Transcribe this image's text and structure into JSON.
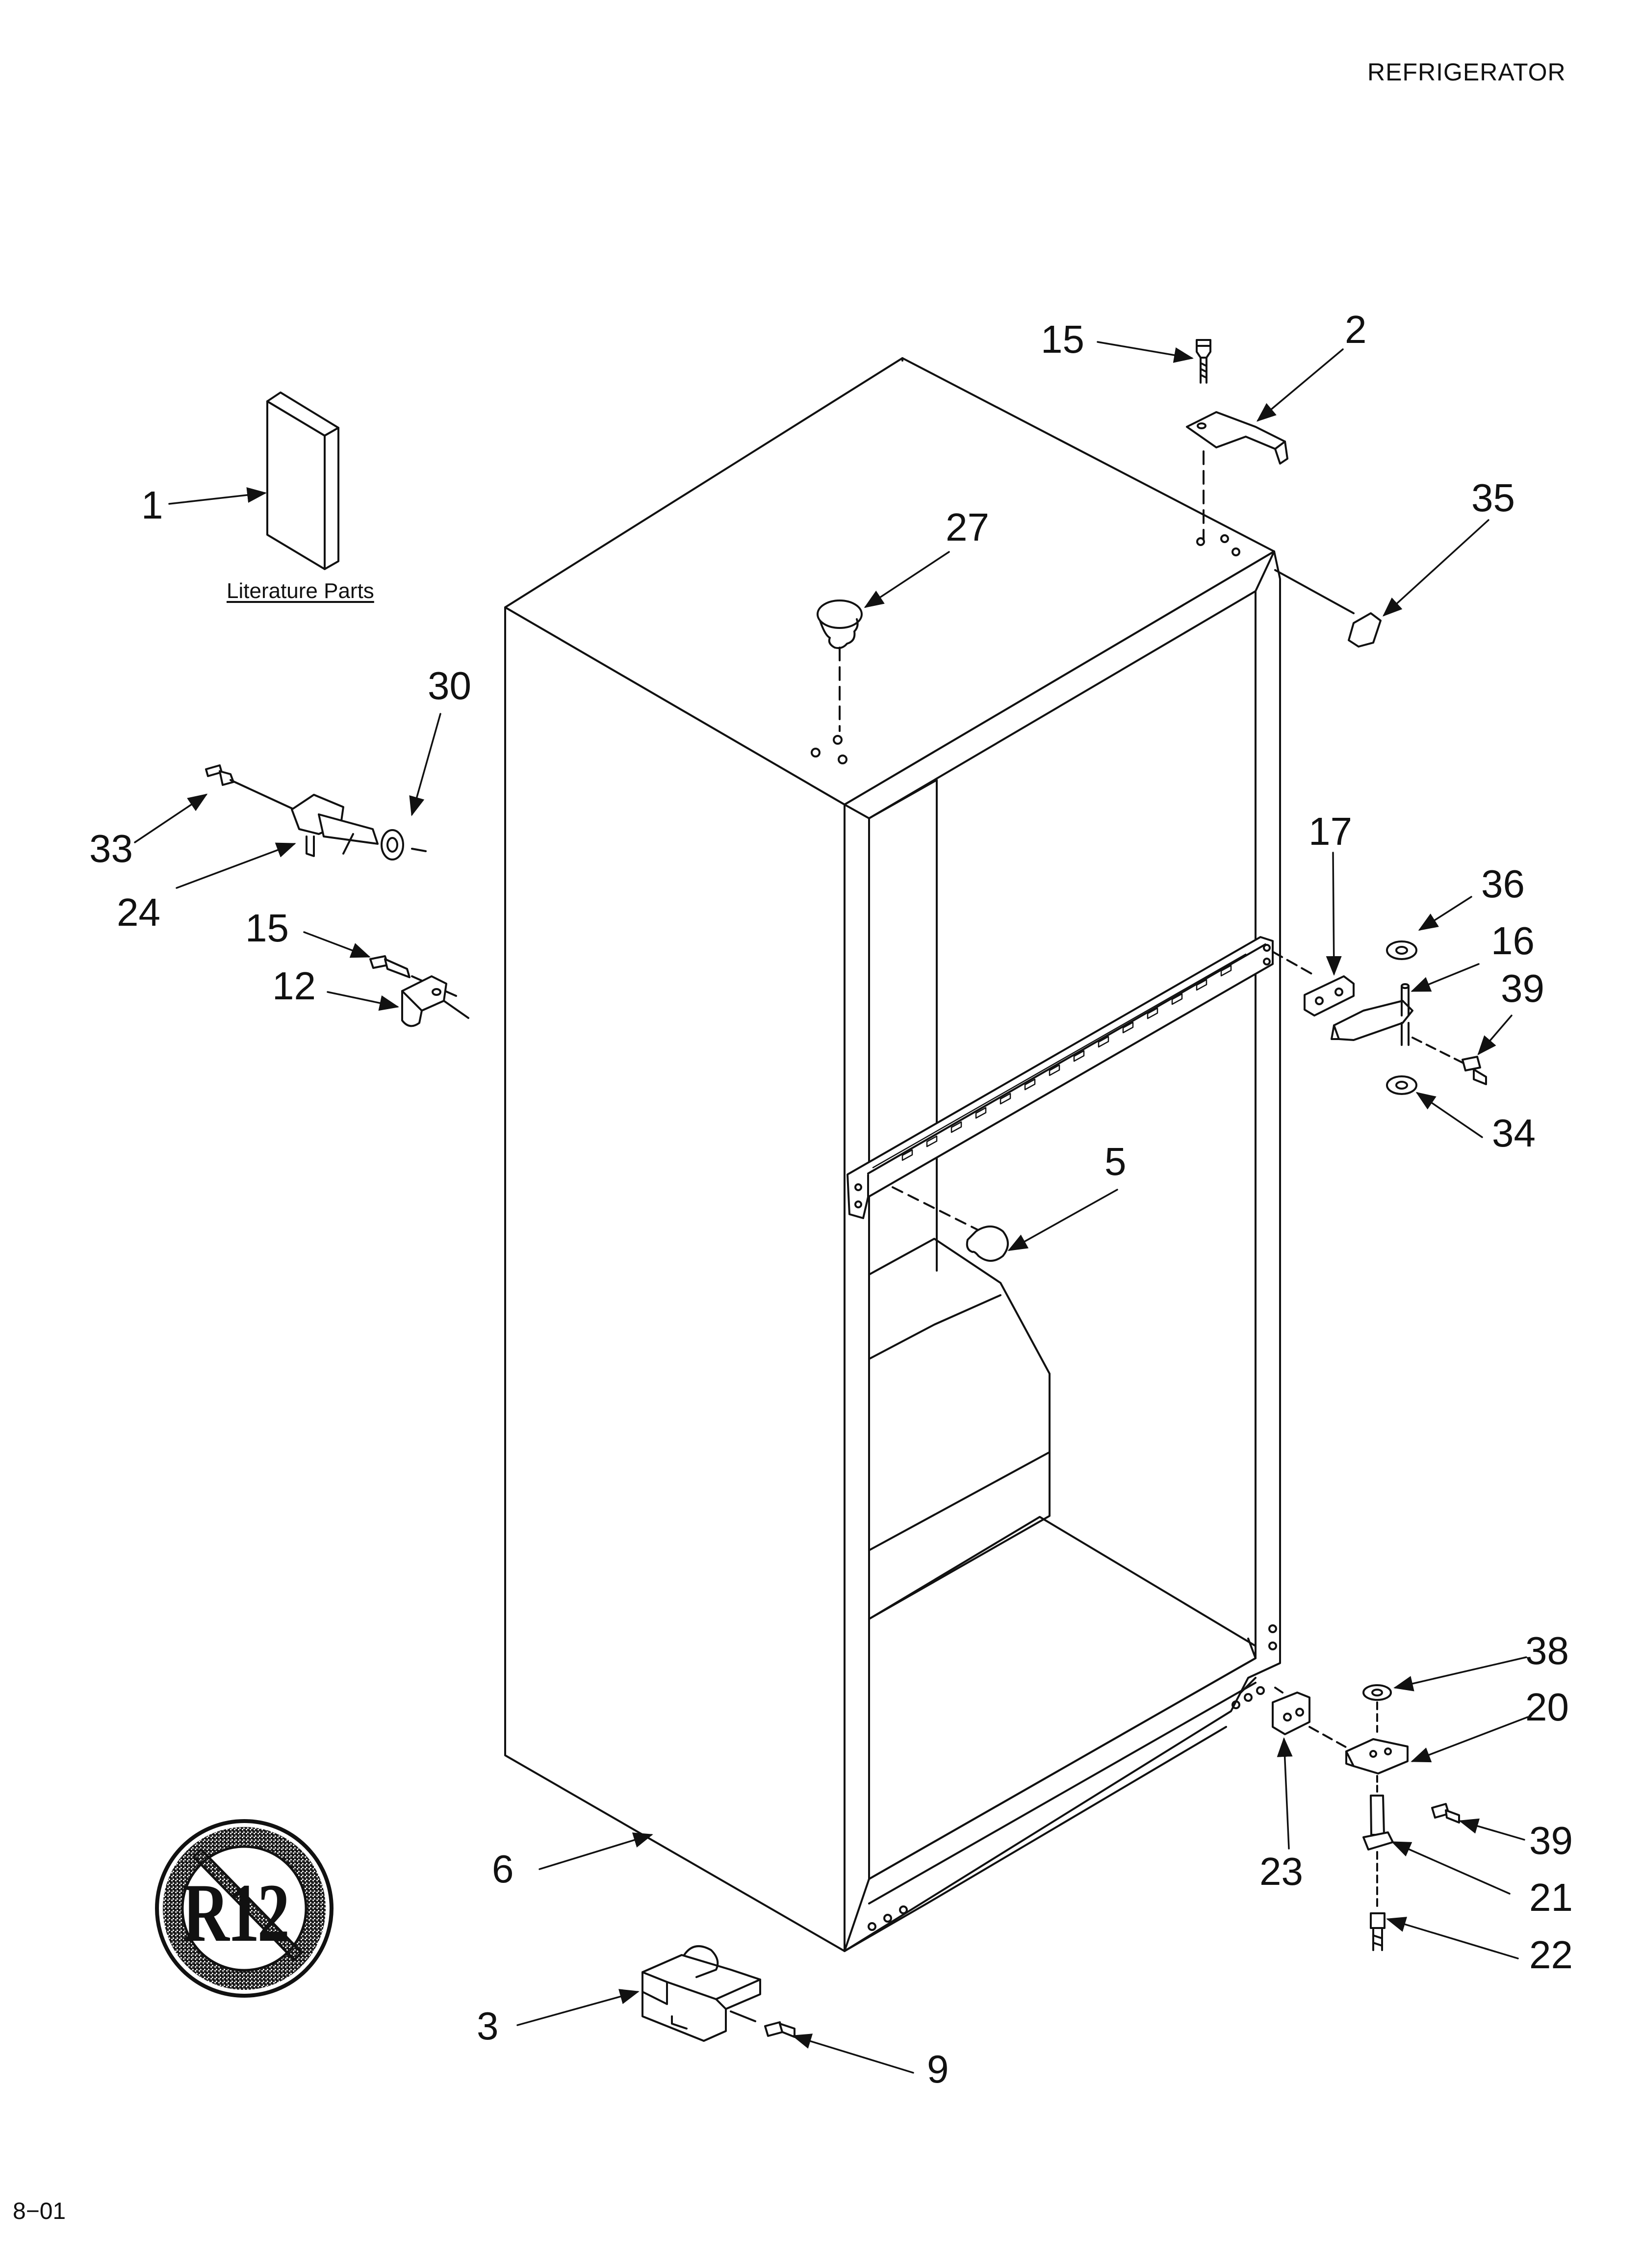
{
  "header": {
    "section_title": "REFRIGERATOR"
  },
  "footer": {
    "date_code": "8−01"
  },
  "literature": {
    "label": "Literature Parts"
  },
  "badge": {
    "text": "R12",
    "meaning": "no-r12-refrigerant"
  },
  "callouts": {
    "c1": "1",
    "c2": "2",
    "c3": "3",
    "c5": "5",
    "c6": "6",
    "c9": "9",
    "c12": "12",
    "c15a": "15",
    "c15b": "15",
    "c16": "16",
    "c17": "17",
    "c20": "20",
    "c21": "21",
    "c22": "22",
    "c23": "23",
    "c24": "24",
    "c27": "27",
    "c30": "30",
    "c33": "33",
    "c34": "34",
    "c35": "35",
    "c36": "36",
    "c38": "38",
    "c39a": "39",
    "c39b": "39"
  }
}
